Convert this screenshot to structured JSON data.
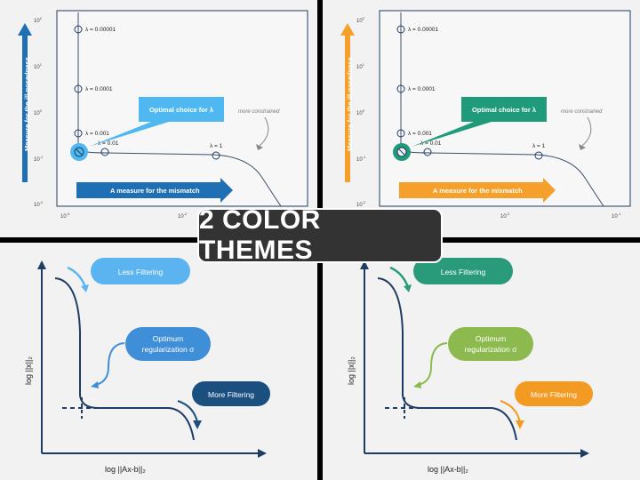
{
  "banner": {
    "title": "2 COLOR THEMES"
  },
  "lcurve": {
    "y_axis_label": "Measure for the ill-posedness",
    "x_axis_label": "A measure for the mismatch",
    "callout": "Optimal choice for λ",
    "note": "more constrained",
    "lambda_labels": [
      "λ = 0.00001",
      "λ = 0.0001",
      "λ = 0.001",
      "λ = 0.01",
      "λ = 1"
    ],
    "y_ticks": [
      "10",
      "10",
      "10",
      "10",
      "10"
    ],
    "y_tick_exps": [
      "2",
      "1",
      "0",
      "-1",
      "-2"
    ],
    "x_ticks": [
      "10",
      "10",
      "10"
    ],
    "x_tick_exps": [
      "-3",
      "-2",
      "-1"
    ]
  },
  "filtering": {
    "y_axis_label": "log ||x||₂",
    "x_axis_label": "log ||Ax-b||₂",
    "less": "Less Filtering",
    "optimum_line1": "Optimum",
    "optimum_line2": "regularization σ",
    "more": "More Filtering"
  },
  "themes": {
    "blue": {
      "y_arrow": "#1f6fb5",
      "x_arrow": "#1f6fb5",
      "callout": "#4fb8f0",
      "point": "#4fb8f0",
      "less": "#5bb4ef",
      "optimum": "#3f8fd8",
      "more": "#1b4f80",
      "less_arrow": "#5bb4ef",
      "optimum_arrow": "#3f8fd8",
      "more_arrow": "#1b4f80"
    },
    "multi": {
      "y_arrow": "#f5a02a",
      "x_arrow": "#f5a02a",
      "callout": "#1f9a7a",
      "point": "#1f9a7a",
      "less": "#2a9b7a",
      "optimum": "#8dba4f",
      "more": "#f39a22",
      "less_arrow": "#2a9b7a",
      "optimum_arrow": "#8dba4f",
      "more_arrow": "#f39a22"
    }
  }
}
